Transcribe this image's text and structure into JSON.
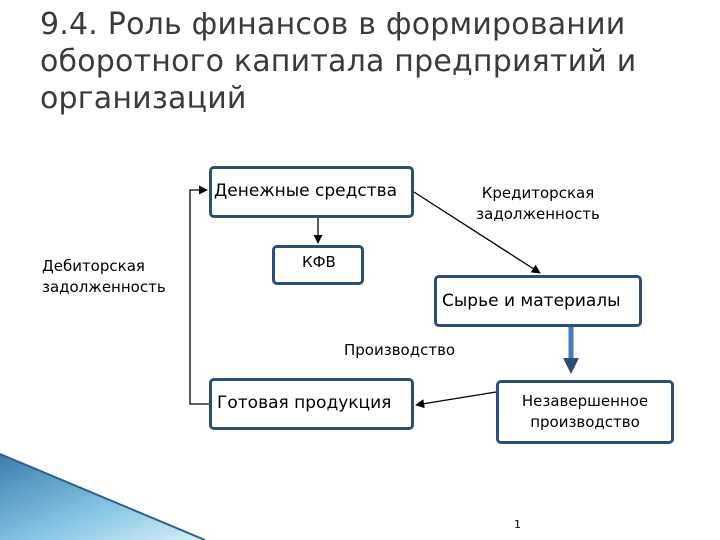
{
  "title": "9.4. Роль финансов в формировании оборотного капитала предприятий и организаций",
  "nodes": {
    "cash": "Денежные средства",
    "payables": "Кредиторская\nзадолженность",
    "receivables": "Дебиторская\nзадолженность",
    "kfv": "КФВ",
    "materials": "Сырье и материалы",
    "production": "Производство",
    "finished_goods": "Готовая продукция",
    "wip": "Незавершенное\nпроизводство"
  },
  "page_number": "1",
  "colors": {
    "box_border": "#2d4d74",
    "thick_arrow": "#4a7bb5",
    "title": "#3a3a3a"
  }
}
